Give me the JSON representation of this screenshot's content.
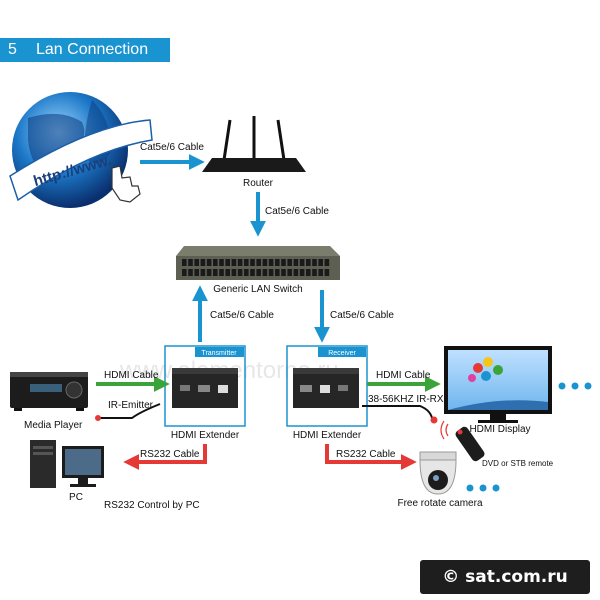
{
  "header": {
    "number": "5",
    "title": "Lan Connection"
  },
  "internet": {
    "url": "http://www."
  },
  "labels": {
    "cable_internet_router": "Cat5e/6 Cable",
    "router": "Router",
    "cable_router_switch": "Cat5e/6 Cable",
    "switch": "Generic LAN Switch",
    "cable_transmitter": "Cat5e/6 Cable",
    "cable_receiver": "Cat5e/6 Cable",
    "transmitter_tag": "Transmitter",
    "receiver_tag": "Receiver",
    "hdmi_in": "HDMI Cable",
    "ir_emitter": "IR-Emitter",
    "media_player": "Media Player",
    "hdmi_extender_left": "HDMI Extender",
    "hdmi_extender_right": "HDMI Extender",
    "hdmi_out": "HDMI Cable",
    "ir_rx": "38-56KHZ IR-RX",
    "hdmi_display": "HDMI Display",
    "remote": "DVD or STB remote",
    "rs232_left": "RS232 Cable",
    "rs232_right": "RS232 Cable",
    "pc": "PC",
    "rs232_control": "RS232 Control by PC",
    "camera": "Free rotate camera"
  },
  "watermark": {
    "text": "© sat.com.ru",
    "logo_text": "www.elementorno.ru"
  },
  "colors": {
    "blue": "#1a94d0",
    "green": "#3aa43a",
    "red": "#e53935"
  }
}
